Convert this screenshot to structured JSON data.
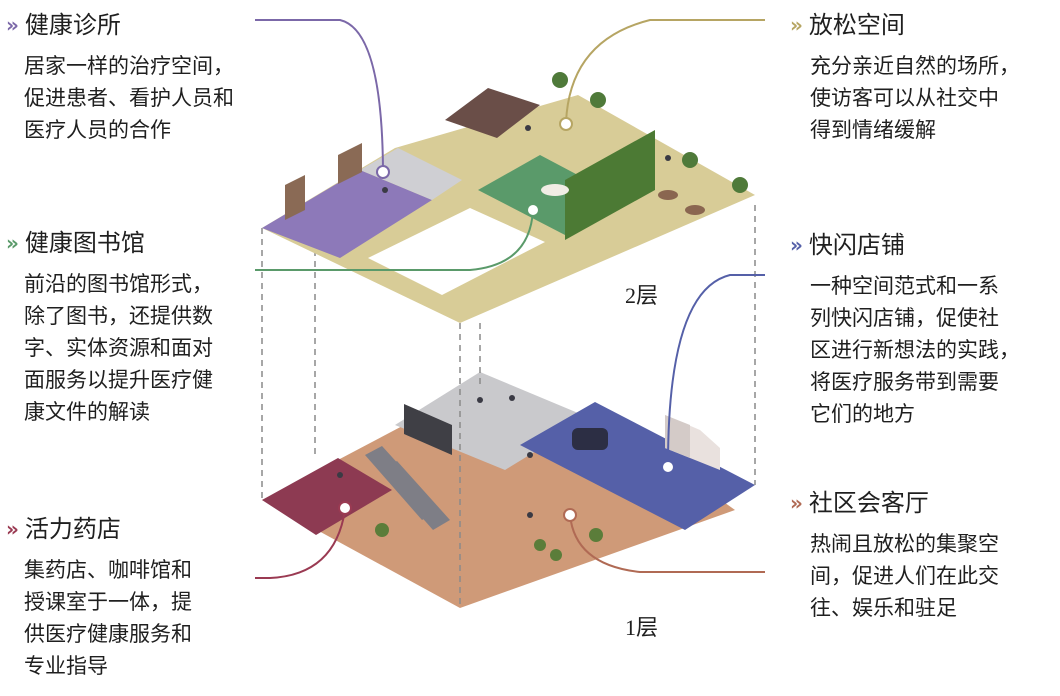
{
  "colors": {
    "clinic": "#7b68a8",
    "relax": "#b6a563",
    "library": "#5a9a6a",
    "popup": "#5560a8",
    "pharmacy": "#9a3a52",
    "lounge": "#b06a54",
    "floor2_base": "#d8cc97",
    "floor1_base": "#cf9a78"
  },
  "sections": {
    "clinic": {
      "title": "健康诊所",
      "lines": [
        "居家一样的治疗空间，",
        "促进患者、看护人员和",
        "医疗人员的合作"
      ]
    },
    "library": {
      "title": "健康图书馆",
      "lines": [
        "前沿的图书馆形式，",
        "除了图书，还提供数",
        "字、实体资源和面对",
        "面服务以提升医疗健",
        "康文件的解读"
      ]
    },
    "pharmacy": {
      "title": "活力药店",
      "lines": [
        "集药店、咖啡馆和",
        "授课室于一体，提",
        "供医疗健康服务和",
        "专业指导"
      ]
    },
    "relax": {
      "title": "放松空间",
      "lines": [
        "充分亲近自然的场所，",
        "使访客可以从社交中",
        "得到情绪缓解"
      ]
    },
    "popup": {
      "title": "快闪店铺",
      "lines": [
        "一种空间范式和一系",
        "列快闪店铺，促使社",
        "区进行新想法的实践，",
        "将医疗服务带到需要",
        "它们的地方"
      ]
    },
    "lounge": {
      "title": "社区会客厅",
      "lines": [
        "热闹且放松的集聚空",
        "间，促进人们在此交",
        "往、娱乐和驻足"
      ]
    }
  },
  "floors": {
    "upper": "2层",
    "lower": "1层"
  },
  "icons": {
    "bullet": "chevron-right-icon"
  }
}
